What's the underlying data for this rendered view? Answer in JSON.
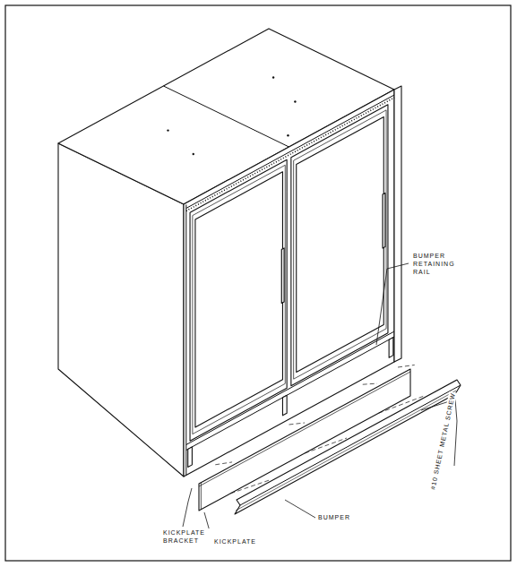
{
  "diagram": {
    "labels": [
      "BUMPER RETAINING RAIL",
      "#10 SHEET METAL SCREW",
      "BUMPER",
      "KICKPLATE BRACKET",
      "KICKPLATE"
    ]
  }
}
